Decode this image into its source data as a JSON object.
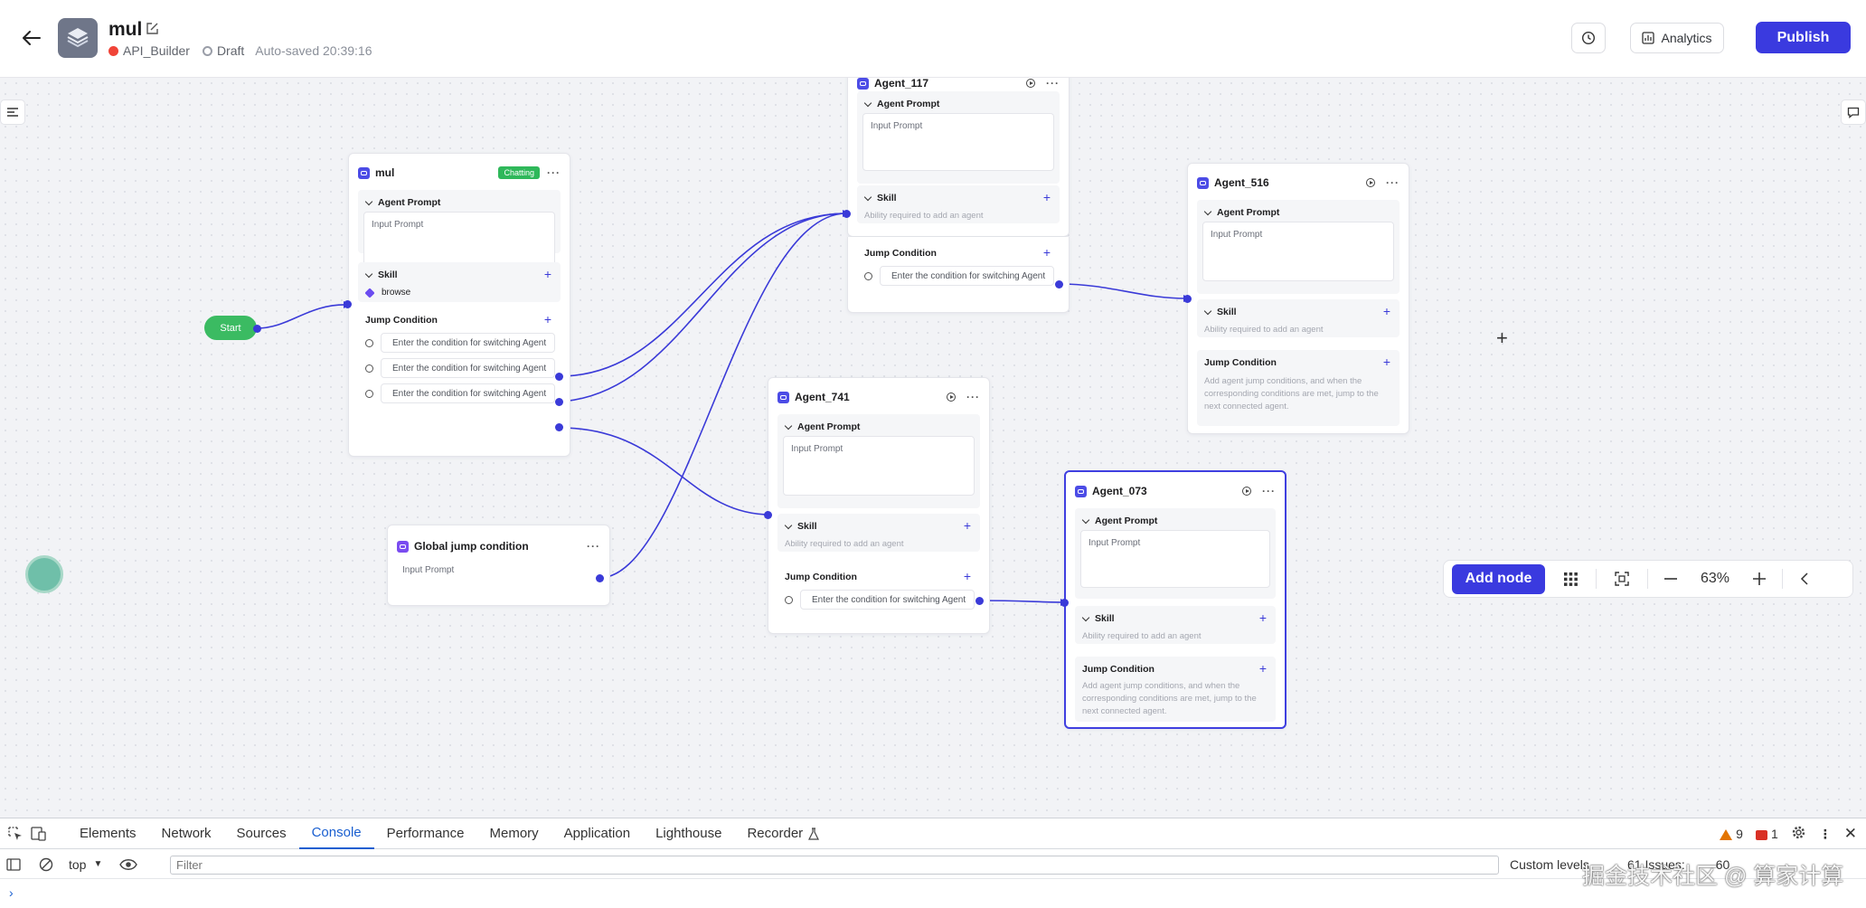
{
  "header": {
    "app_name": "mul",
    "builder": "API_Builder",
    "status": "Draft",
    "autosave": "Auto-saved 20:39:16",
    "analytics_label": "Analytics",
    "publish_label": "Publish"
  },
  "nodes": {
    "start": {
      "label": "Start"
    },
    "mul": {
      "title": "mul",
      "badge": "Chatting",
      "prompt_section": "Agent Prompt",
      "prompt_placeholder": "Input Prompt",
      "skill_section": "Skill",
      "skill_item": "browse",
      "jump_section": "Jump Condition",
      "conditions": [
        "Enter the condition for switching Agent",
        "Enter the condition for switching Agent",
        "Enter the condition for switching Agent"
      ]
    },
    "agent_117": {
      "title": "Agent_117",
      "prompt_section": "Agent Prompt",
      "prompt_placeholder": "Input Prompt",
      "skill_section": "Skill",
      "skill_hint": "Ability required to add an agent",
      "jump_section": "Jump Condition",
      "condition": "Enter the condition for switching Agent"
    },
    "agent_516": {
      "title": "Agent_516",
      "prompt_section": "Agent Prompt",
      "prompt_placeholder": "Input Prompt",
      "skill_section": "Skill",
      "skill_hint": "Ability required to add an agent",
      "jump_section": "Jump Condition",
      "jump_hint": "Add agent jump conditions, and when the corresponding conditions are met, jump to the next connected agent."
    },
    "agent_741": {
      "title": "Agent_741",
      "prompt_section": "Agent Prompt",
      "prompt_placeholder": "Input Prompt",
      "skill_section": "Skill",
      "skill_hint": "Ability required to add an agent",
      "jump_section": "Jump Condition",
      "condition": "Enter the condition for switching Agent"
    },
    "agent_073": {
      "title": "Agent_073",
      "prompt_section": "Agent Prompt",
      "prompt_placeholder": "Input Prompt",
      "skill_section": "Skill",
      "skill_hint": "Ability required to add an agent",
      "jump_section": "Jump Condition",
      "jump_hint": "Add agent jump conditions, and when the corresponding conditions are met, jump to the next connected agent."
    },
    "global": {
      "title": "Global jump condition",
      "prompt_placeholder": "Input Prompt"
    }
  },
  "toolbar": {
    "add_node_label": "Add node",
    "zoom": "63%"
  },
  "devtools": {
    "tabs": [
      "Elements",
      "Network",
      "Sources",
      "Console",
      "Performance",
      "Memory",
      "Application",
      "Lighthouse",
      "Recorder"
    ],
    "active_tab": "Console",
    "warnings": "9",
    "errors": "1",
    "context": "top",
    "filter_placeholder": "Filter",
    "levels_label": "Custom levels",
    "issues_label": "61 Issues:",
    "issues_count": "60",
    "watermark": "掘金技术社区 @ 算家计算"
  },
  "colors": {
    "accent": "#3a3adf",
    "edge": "#3a3ad8",
    "start": "#3bbb62"
  }
}
